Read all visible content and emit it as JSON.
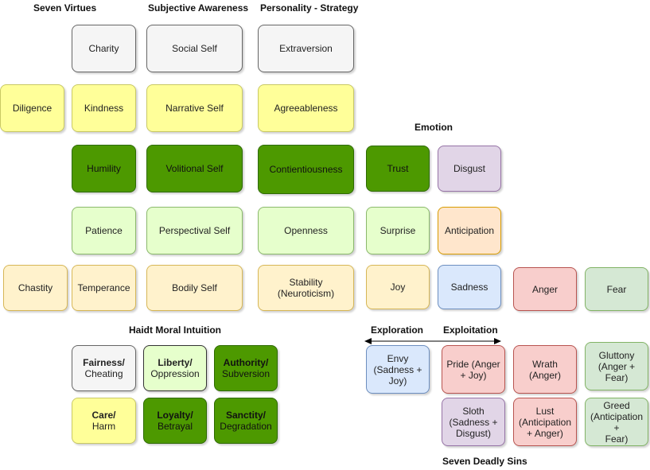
{
  "headers": {
    "seven_virtues": "Seven Virtues",
    "subjective_awareness": "Subjective Awareness",
    "personality_strategy": "Personality - Strategy",
    "emotion": "Emotion",
    "haidt": "Haidt Moral Intuition",
    "exploration": "Exploration",
    "exploitation": "Exploitation",
    "seven_deadly_sins": "Seven Deadly Sins"
  },
  "virtues": {
    "charity": "Charity",
    "diligence": "Diligence",
    "kindness": "Kindness",
    "humility": "Humility",
    "patience": "Patience",
    "chastity": "Chastity",
    "temperance": "Temperance"
  },
  "awareness": {
    "social": "Social Self",
    "narrative": "Narrative Self",
    "volitional": "Volitional Self",
    "perspectival": "Perspectival Self",
    "bodily": "Bodily Self"
  },
  "personality": {
    "extraversion": "Extraversion",
    "agreeableness": "Agreeableness",
    "contientiousness": "Contientiousness",
    "openness": "Openness",
    "stability": "Stability\n(Neuroticism)"
  },
  "emotion": {
    "trust": "Trust",
    "disgust": "Disgust",
    "surprise": "Surprise",
    "anticipation": "Anticipation",
    "joy": "Joy",
    "sadness": "Sadness",
    "anger": "Anger",
    "fear": "Fear"
  },
  "haidt": {
    "fairness_bold": "Fairness/",
    "fairness_rest": "Cheating",
    "liberty_bold": "Liberty/",
    "liberty_rest": "Oppression",
    "authority_bold": "Authority/",
    "authority_rest": "Subversion",
    "care_bold": "Care/",
    "care_rest": "Harm",
    "loyalty_bold": "Loyalty/",
    "loyalty_rest": "Betrayal",
    "sanctity_bold": "Sanctity/",
    "sanctity_rest": "Degradation"
  },
  "sins": {
    "envy": "Envy\n(Sadness +\nJoy)",
    "pride": "Pride (Anger\n+ Joy)",
    "wrath": "Wrath (Anger)",
    "gluttony": "Gluttony\n(Anger +\nFear)",
    "sloth": "Sloth\n(Sadness +\nDisgust)",
    "lust": "Lust\n(Anticipation\n+ Anger)",
    "greed": "Greed\n(Anticipation\n+\nFear)"
  },
  "colors": {
    "gray": "#f5f5f5",
    "yellow": "#ffff99",
    "green": "#4d9900",
    "light_green": "#e6ffcc",
    "cream": "#fff2cc",
    "purple": "#e1d5e7",
    "orange": "#ffe6cc",
    "blue": "#dae8fc",
    "red": "#f8cecc",
    "mint": "#d5e8d4"
  }
}
